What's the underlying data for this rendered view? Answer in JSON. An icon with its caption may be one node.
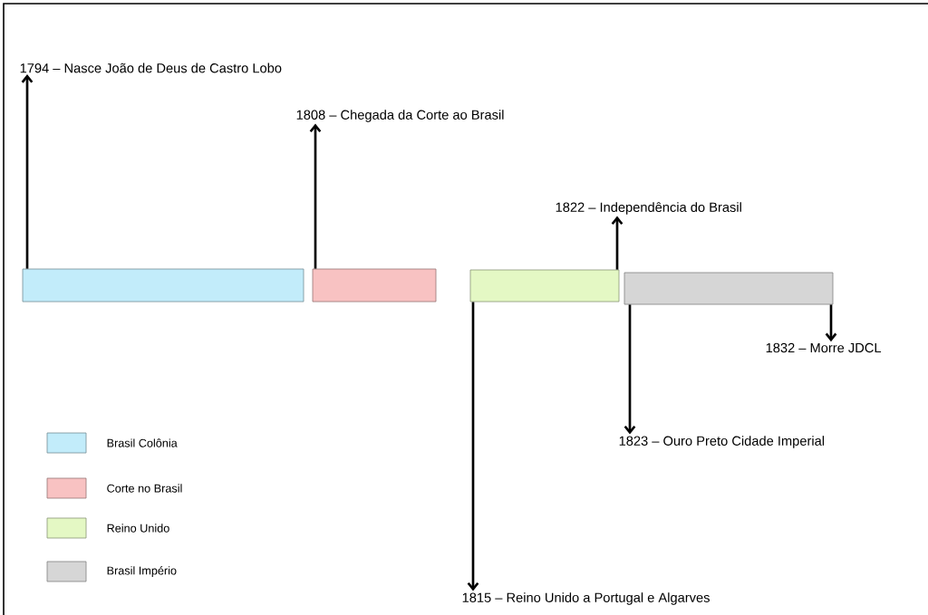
{
  "diagram": {
    "nodes": [
      {
        "text": [
          "1794 – Nasce João de Deus de Castro Lobo"
        ]
      },
      {
        "text": [
          "1808 – Chegada da Corte ao Brasil"
        ]
      },
      {
        "text": [
          "1822 – Independência do Brasil"
        ]
      },
      {
        "text": [],
        "shape": "bar"
      },
      {
        "text": [],
        "shape": "bar"
      },
      {
        "text": [],
        "shape": "bar"
      },
      {
        "text": [],
        "shape": "bar"
      },
      {
        "text": [
          "1832 – Morre JDCL"
        ]
      },
      {
        "text": [
          "1823 – Ouro Preto Cidade Imperial"
        ]
      },
      {
        "text": [
          "1815 – Reino Unido a Portugal e Algarves"
        ]
      }
    ],
    "edges": [
      {
        "from": 3,
        "to": 0,
        "arrow": "to"
      },
      {
        "from": 4,
        "to": 1,
        "arrow": "to"
      },
      {
        "from": 5,
        "to": 2,
        "arrow": "to"
      },
      {
        "from": 6,
        "to": 7,
        "arrow": "to"
      },
      {
        "from": 6,
        "to": 8,
        "arrow": "to"
      },
      {
        "from": 5,
        "to": 9,
        "arrow": "to"
      }
    ],
    "legend": [
      {
        "text": "Brasil Colônia",
        "color": "#c2ecfa"
      },
      {
        "text": "Corte no Brasil",
        "color": "#f8c2c2"
      },
      {
        "text": "Reino Unido",
        "color": "#e4f8c4"
      },
      {
        "text": "Brasil Império",
        "color": "#d6d6d6"
      }
    ]
  }
}
